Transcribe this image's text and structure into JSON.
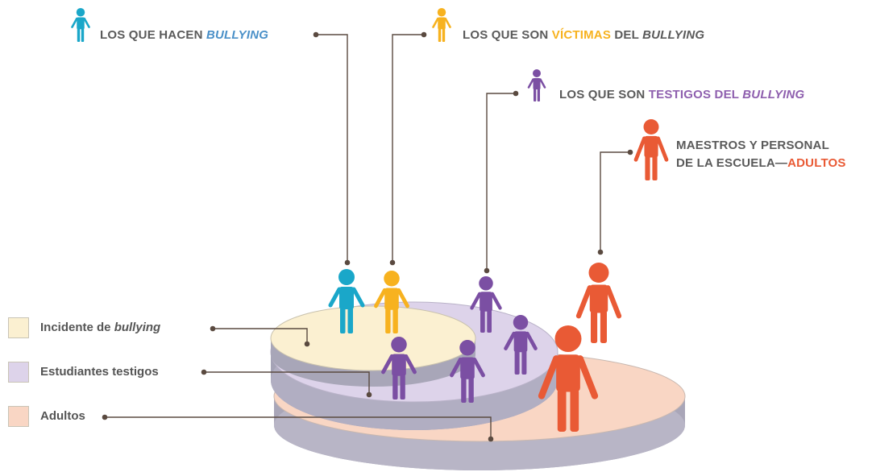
{
  "colors": {
    "bully": "#1aa7c9",
    "victim": "#f7b21f",
    "witness": "#7b4fa3",
    "adult": "#e95a35",
    "title_blue": "#4a90c8",
    "bully_disc": "#fbf0d1",
    "witness_disc": "#ddd3ea",
    "adult_disc": "#f9d6c4",
    "slab_side": "#aaa8ba",
    "text": "#5a5a5a"
  },
  "callouts": {
    "bullies": {
      "prefix": "LOS QUE HACEN ",
      "highlight": "BULLYING",
      "icon": "person-icon"
    },
    "victims": {
      "prefix": "LOS QUE SON ",
      "highlight": "VÍCTIMAS",
      "mid": " DEL ",
      "suffix": "BULLYING",
      "icon": "person-icon"
    },
    "witnesses": {
      "prefix": "LOS QUE SON ",
      "highlight": "TESTIGOS DEL ",
      "suffix": "BULLYING",
      "icon": "person-icon"
    },
    "adults": {
      "line1": "MAESTROS Y PERSONAL",
      "line2_prefix": "DE LA ESCUELA—",
      "highlight": "ADULTOS",
      "icon": "person-icon"
    }
  },
  "legend": [
    {
      "prefix": "Incidente de ",
      "em": "bullying",
      "color": "#fbf0d1"
    },
    {
      "prefix": "Estudiantes testigos",
      "em": "",
      "color": "#ddd3ea"
    },
    {
      "prefix": "Adultos",
      "em": "",
      "color": "#f9d6c4"
    }
  ]
}
